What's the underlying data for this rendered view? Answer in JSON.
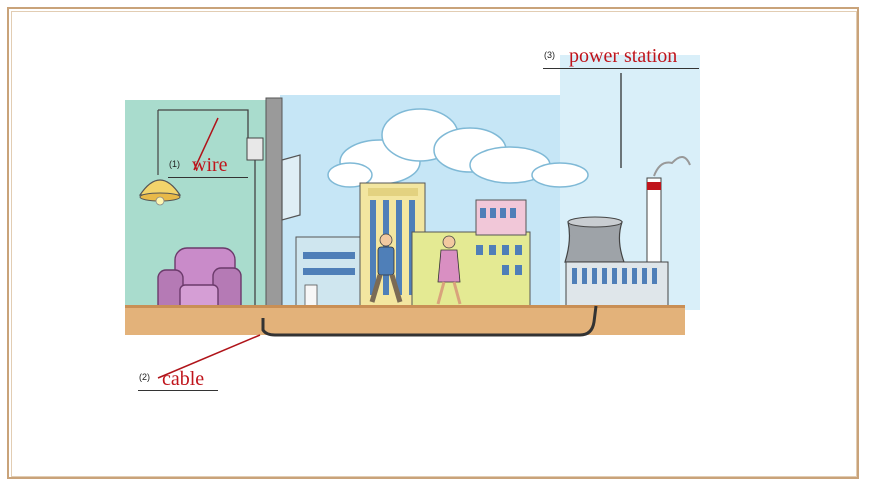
{
  "labels": {
    "wire": {
      "number": "(1)",
      "text": "wire"
    },
    "cable": {
      "number": "(2)",
      "text": "cable"
    },
    "power_station": {
      "number": "(3)",
      "text": "power station"
    }
  },
  "colors": {
    "label_text": "#c0141b",
    "frame": "#c9a37a",
    "sky": "#bfe3f5",
    "room_wall": "#a9dccd",
    "ground": "#e3b27a"
  }
}
